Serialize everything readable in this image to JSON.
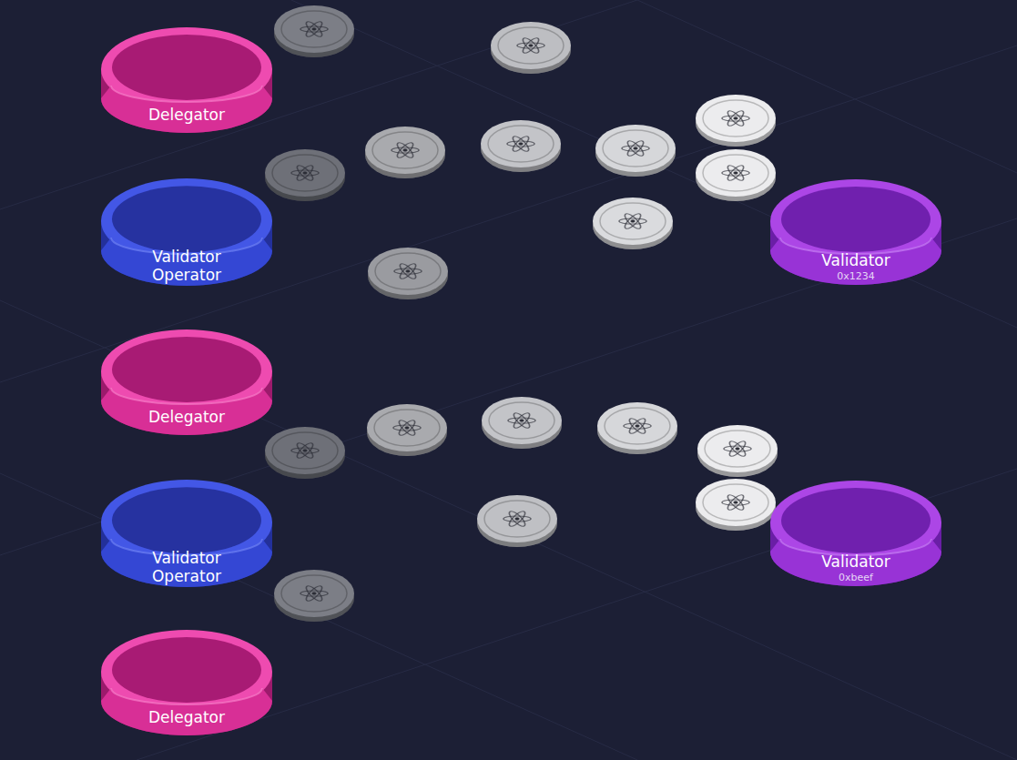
{
  "diagram": {
    "nodes": [
      {
        "text": [
          "Delegator"
        ]
      },
      {
        "text": [
          "Validator Operator"
        ]
      },
      {
        "text": [
          "Validator",
          "0x1234"
        ]
      },
      {
        "text": [
          "Delegator"
        ]
      },
      {
        "text": [
          "Validator Operator"
        ]
      },
      {
        "text": [
          "Validator",
          "0xbeef"
        ]
      },
      {
        "text": [
          "Delegator"
        ]
      }
    ]
  }
}
